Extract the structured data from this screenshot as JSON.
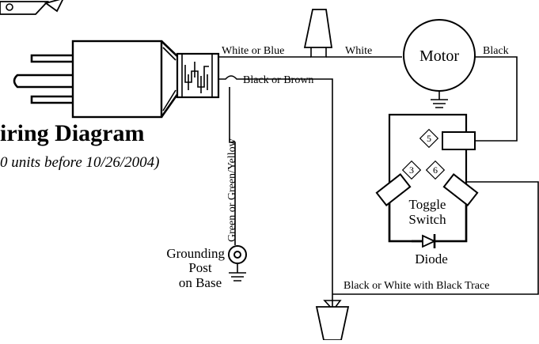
{
  "diagram": {
    "title": "iring Diagram",
    "subtitle": "0 units before 10/26/2004)"
  },
  "components": {
    "motor": "Motor",
    "toggle_switch": [
      "Toggle",
      "Switch"
    ],
    "diode": "Diode",
    "grounding_post": [
      "Grounding",
      "Post",
      "on Base"
    ],
    "terminals": [
      "5",
      "3",
      "6"
    ]
  },
  "wires": {
    "white_or_blue": "White or Blue",
    "white": "White",
    "black": "Black",
    "black_or_brown": "Black or Brown",
    "green_or_green_yellow": "Green or Green/Yellow",
    "black_or_white_trace": "Black or White with Black Trace"
  }
}
